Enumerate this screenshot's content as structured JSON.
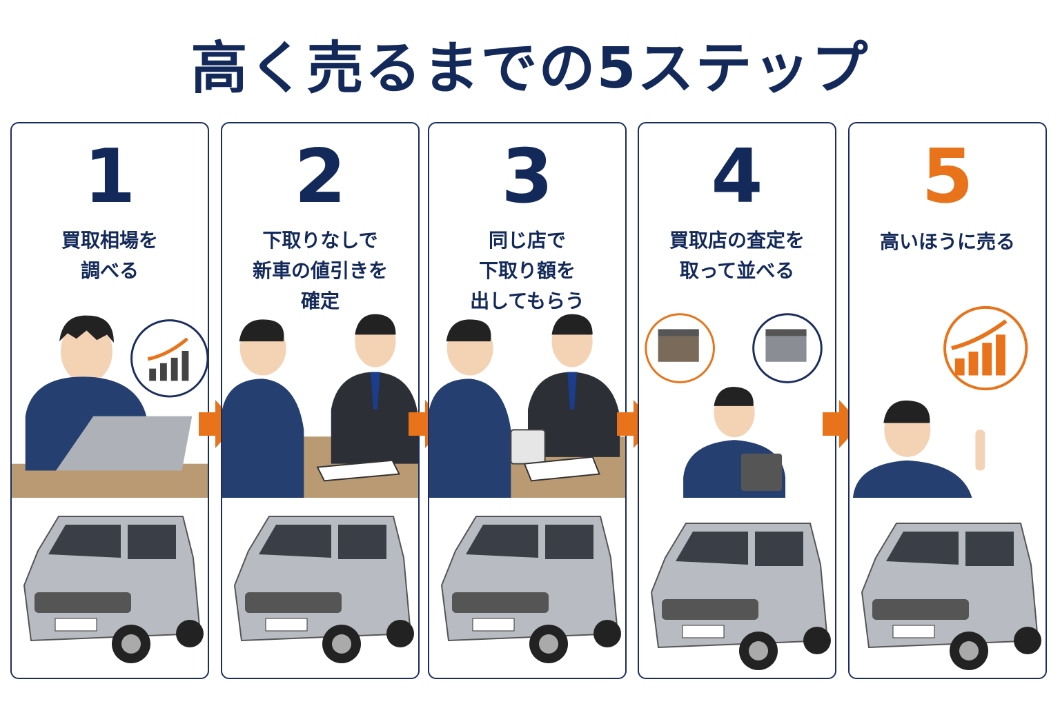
{
  "title": "高く売るまでの5ステップ",
  "steps": [
    {
      "number": "1",
      "label_lines": [
        "買取相場を",
        "調べる"
      ]
    },
    {
      "number": "2",
      "label_lines": [
        "下取りなしで",
        "新車の値引きを",
        "確定"
      ]
    },
    {
      "number": "3",
      "label_lines": [
        "同じ店で",
        "下取り額を",
        "出してもらう"
      ]
    },
    {
      "number": "4",
      "label_lines": [
        "買取店の査定を",
        "取って並べる"
      ]
    },
    {
      "number": "5",
      "label_lines": [
        "高いほうに売る"
      ]
    }
  ],
  "colors": {
    "navy": "#13295a",
    "orange": "#e8731a",
    "sweater": "#243f70",
    "car": "#b8bcc2"
  }
}
